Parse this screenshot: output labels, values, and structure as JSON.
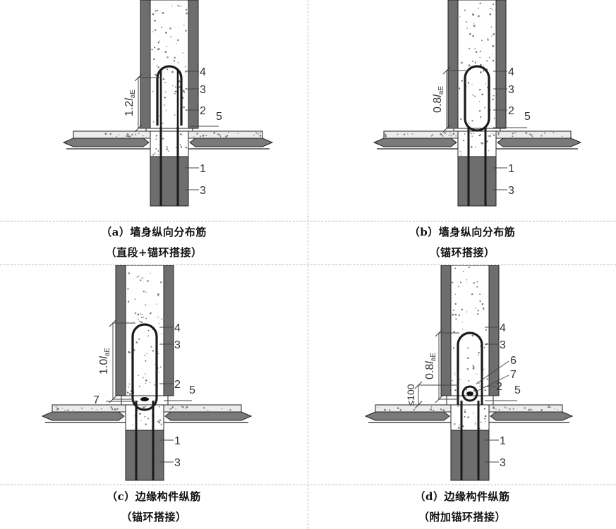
{
  "panels": [
    {
      "id": "a",
      "caption_line1": "（a）墙身纵向分布筋",
      "caption_line2": "（直段+锚环搭接）",
      "dim_label": "1.2",
      "dim_sub": "aE",
      "labels": [
        "4",
        "3",
        "2",
        "5",
        "1",
        "3"
      ]
    },
    {
      "id": "b",
      "caption_line1": "（b）墙身纵向分布筋",
      "caption_line2": "（锚环搭接）",
      "dim_label": "0.8",
      "dim_sub": "aE",
      "labels": [
        "4",
        "3",
        "2",
        "5",
        "1",
        "3"
      ]
    },
    {
      "id": "c",
      "caption_line1": "（c）边缘构件纵筋",
      "caption_line2": "（锚环搭接）",
      "dim_label": "1.0",
      "dim_sub": "aE",
      "labels": [
        "4",
        "3",
        "2",
        "5",
        "7",
        "1",
        "3"
      ]
    },
    {
      "id": "d",
      "caption_line1": "（d）边缘构件纵筋",
      "caption_line2": "（附加锚环搭接）",
      "dim_label": "0.8",
      "dim_sub": "aE",
      "dim2_label": "≤100",
      "labels": [
        "4",
        "3",
        "6",
        "7",
        "2",
        "5",
        "1",
        "3"
      ]
    }
  ],
  "colors": {
    "wall_dark": "#6e6e6e",
    "concrete": "#f2f2f2",
    "slab": "#ececec",
    "slab_dark": "#7a7a7a",
    "rebar": "#1a1a1a",
    "grid": "#b8b8b8"
  },
  "dim_italic_letter": "l"
}
